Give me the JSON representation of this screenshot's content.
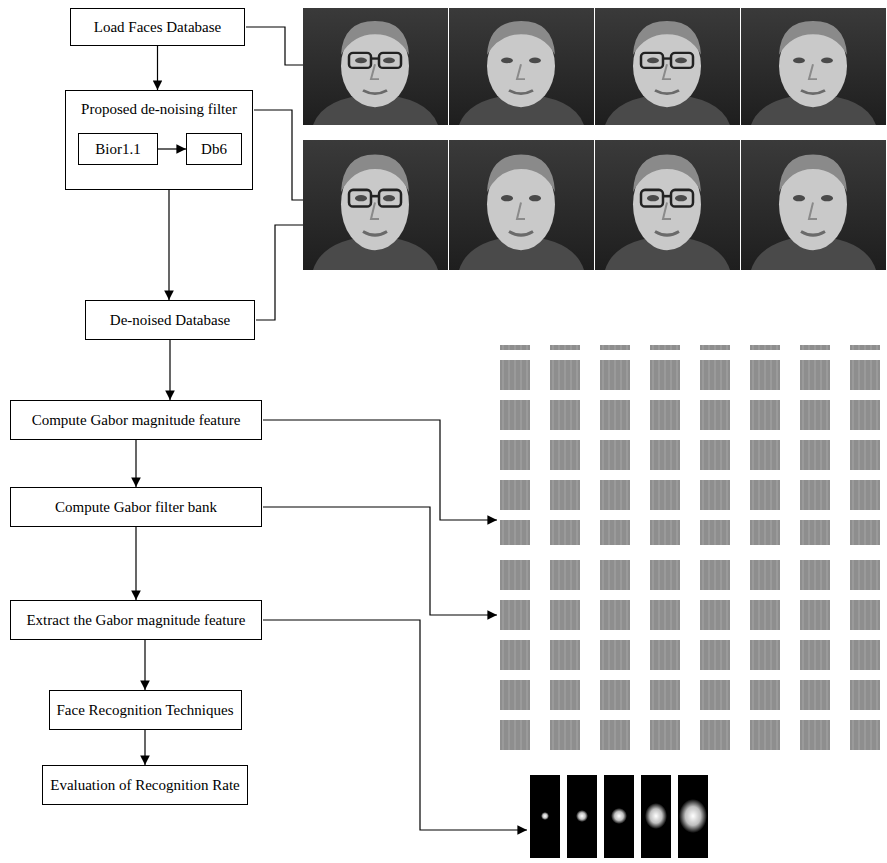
{
  "diagram": {
    "nodes": [
      {
        "text": [
          "Load Faces Database"
        ]
      },
      {
        "text": [
          "Proposed de-noising filter"
        ]
      },
      {
        "text": [
          "Bior1.1"
        ],
        "in": 1
      },
      {
        "text": [
          "Db6"
        ],
        "in": 1
      },
      {
        "text": [
          "De-noised Database"
        ]
      },
      {
        "text": [
          "Compute Gabor magnitude feature"
        ]
      },
      {
        "text": [
          "Compute Gabor filter bank"
        ]
      },
      {
        "text": [
          "Extract the Gabor magnitude feature"
        ]
      },
      {
        "text": [
          "Face Recognition Techniques"
        ]
      },
      {
        "text": [
          "Evaluation of Recognition Rate"
        ]
      }
    ],
    "edges": [
      {
        "from": 0,
        "to": 1,
        "arrow": "to"
      },
      {
        "from": 2,
        "to": 3,
        "arrow": "to"
      },
      {
        "from": 1,
        "to": 4,
        "arrow": "to"
      },
      {
        "from": 4,
        "to": 5,
        "arrow": "to"
      },
      {
        "from": 5,
        "to": 6,
        "arrow": "to"
      },
      {
        "from": 6,
        "to": 7,
        "arrow": "to"
      },
      {
        "from": 7,
        "to": 8,
        "arrow": "to"
      },
      {
        "from": 8,
        "to": 9,
        "arrow": "to"
      }
    ]
  }
}
